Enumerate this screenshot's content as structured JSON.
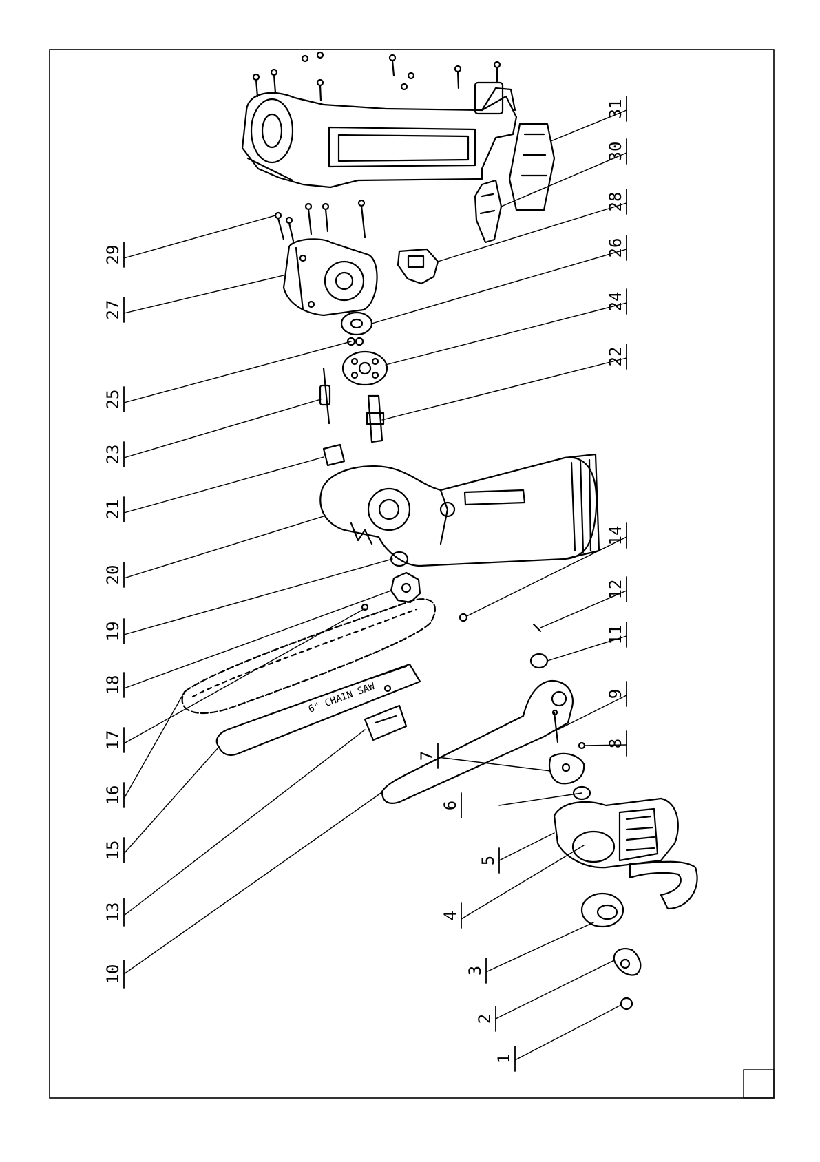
{
  "diagram": {
    "type": "exploded-parts-diagram",
    "subject": "cordless mini chainsaw",
    "orientation": "rotated 90 degrees counter-clockwise",
    "line_color": "#000000",
    "background": "#ffffff",
    "bar_printed_text": "6\" CHAIN SAW",
    "part_numbers": [
      "1",
      "2",
      "3",
      "4",
      "5",
      "6",
      "7",
      "8",
      "9",
      "10",
      "11",
      "12",
      "13",
      "14",
      "15",
      "16",
      "17",
      "18",
      "19",
      "20",
      "21",
      "22",
      "23",
      "24",
      "25",
      "26",
      "27",
      "28",
      "29",
      "30",
      "31"
    ]
  }
}
